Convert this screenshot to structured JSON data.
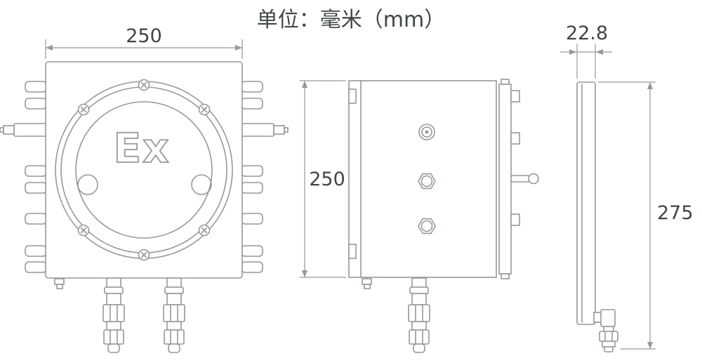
{
  "title": "单位：毫米（mm）",
  "front_view": {
    "ex_marking": "Ex",
    "width_dim": "250"
  },
  "side_view": {
    "height_dim": "250"
  },
  "profile_view": {
    "width_dim": "22.8",
    "height_dim": "275"
  },
  "colors": {
    "line": "#939a98",
    "text": "#3f4648",
    "background": "#ffffff"
  }
}
